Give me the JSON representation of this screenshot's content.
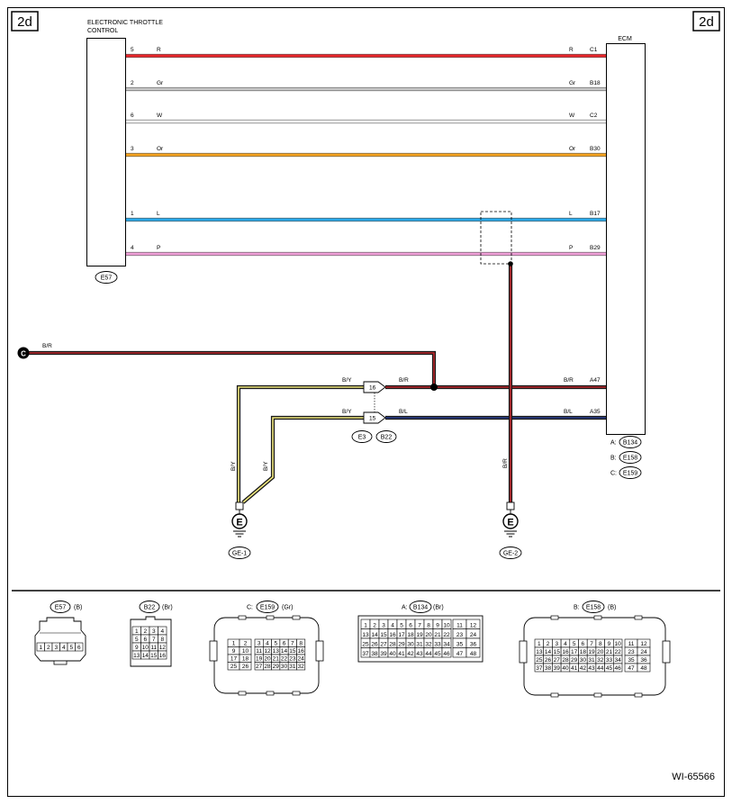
{
  "page": {
    "badge_left": "2d",
    "badge_right": "2d",
    "figure_id": "WI-65566"
  },
  "throttle": {
    "title_line1": "ELECTRONIC THROTTLE",
    "title_line2": "CONTROL",
    "connector": "E57"
  },
  "ecm": {
    "title": "ECM",
    "legend": [
      {
        "prefix": "A:",
        "connector": "B134"
      },
      {
        "prefix": "B:",
        "connector": "E158"
      },
      {
        "prefix": "C:",
        "connector": "E159"
      }
    ]
  },
  "wires": [
    {
      "pin": "5",
      "color_code": "R",
      "color_code_right": "R",
      "terminal": "C1",
      "color": "#e8262b",
      "stripe": ""
    },
    {
      "pin": "2",
      "color_code": "Gr",
      "color_code_right": "Gr",
      "terminal": "B18",
      "color": "#c8c8c8",
      "stripe": ""
    },
    {
      "pin": "6",
      "color_code": "W",
      "color_code_right": "W",
      "terminal": "C2",
      "color": "#ffffff",
      "stripe": ""
    },
    {
      "pin": "3",
      "color_code": "Or",
      "color_code_right": "Or",
      "terminal": "B30",
      "color": "#f5a31f",
      "stripe": ""
    },
    {
      "pin": "1",
      "color_code": "L",
      "color_code_right": "L",
      "terminal": "B17",
      "color": "#29a8e8",
      "stripe": ""
    },
    {
      "pin": "4",
      "color_code": "P",
      "color_code_right": "P",
      "terminal": "B29",
      "color": "#f0a0d8",
      "stripe": ""
    }
  ],
  "lower_circuit": {
    "connector_c_label": "C",
    "br_label_top": "B/R",
    "by_label_upper": "B/Y",
    "by_label_lower": "B/Y",
    "br_label_mid": "B/R",
    "bl_label_mid": "B/L",
    "br_label_right": "B/R",
    "bl_label_right": "B/L",
    "terminal_a47": "A47",
    "terminal_a35": "A35",
    "pin_16a": "16",
    "pin_15": "15",
    "conn_e3": "E3",
    "conn_b22": "B22",
    "vertical_by_1": "B/Y",
    "vertical_by_2": "B/Y",
    "vertical_br": "B/R",
    "ground_symbol": "E",
    "ground_1": "GE-1",
    "ground_2": "GE-2",
    "color_black": "#1a1a1a",
    "color_red": "#c0282d",
    "color_yellow": "#f2ea80",
    "color_blue": "#2a3f8f"
  },
  "connectors": {
    "e57": {
      "name": "E57",
      "color": "(B)",
      "pins": [
        "1",
        "2",
        "3",
        "4",
        "5",
        "6"
      ]
    },
    "b22": {
      "name": "B22",
      "color": "(Br)",
      "pins": [
        "1",
        "2",
        "3",
        "4",
        "5",
        "6",
        "7",
        "8",
        "9",
        "10",
        "11",
        "12",
        "13",
        "14",
        "15",
        "16"
      ]
    },
    "e159": {
      "prefix": "C:",
      "name": "E159",
      "color": "(Gr)",
      "pins_left": [
        "1",
        "2",
        "9",
        "10",
        "17",
        "18",
        "25",
        "26"
      ],
      "pins_main": [
        "3",
        "4",
        "5",
        "6",
        "7",
        "8",
        "11",
        "12",
        "13",
        "14",
        "15",
        "16",
        "19",
        "20",
        "21",
        "22",
        "23",
        "24",
        "27",
        "28",
        "29",
        "30",
        "31",
        "32"
      ]
    },
    "b134": {
      "prefix": "A:",
      "name": "B134",
      "color": "(Br)",
      "pins_main": [
        "1",
        "2",
        "3",
        "4",
        "5",
        "6",
        "7",
        "8",
        "9",
        "10",
        "13",
        "14",
        "15",
        "16",
        "17",
        "18",
        "19",
        "20",
        "21",
        "22",
        "25",
        "26",
        "27",
        "28",
        "29",
        "30",
        "31",
        "32",
        "33",
        "34",
        "37",
        "38",
        "39",
        "40",
        "41",
        "42",
        "43",
        "44",
        "45",
        "46"
      ],
      "pins_side": [
        "11",
        "12",
        "23",
        "24",
        "35",
        "36",
        "47",
        "48"
      ]
    },
    "e158": {
      "prefix": "B:",
      "name": "E158",
      "color": "(B)",
      "pins_main": [
        "1",
        "2",
        "3",
        "4",
        "5",
        "6",
        "7",
        "8",
        "9",
        "10",
        "13",
        "14",
        "15",
        "16",
        "17",
        "18",
        "19",
        "20",
        "21",
        "22",
        "25",
        "26",
        "27",
        "28",
        "29",
        "30",
        "31",
        "32",
        "33",
        "34",
        "37",
        "38",
        "39",
        "40",
        "41",
        "42",
        "43",
        "44",
        "45",
        "46"
      ],
      "pins_side": [
        "11",
        "12",
        "23",
        "24",
        "35",
        "36",
        "47",
        "48"
      ]
    }
  }
}
